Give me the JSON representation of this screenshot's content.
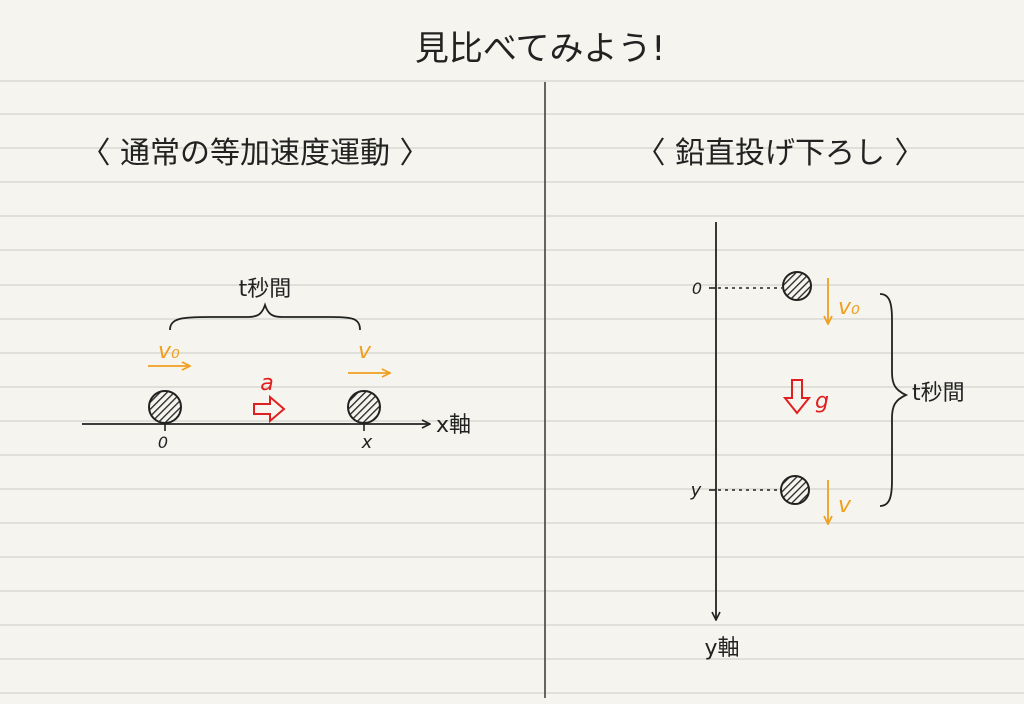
{
  "title": "見比べてみよう!",
  "left_panel": {
    "heading": "〈 通常の等加速度運動 〉",
    "duration_label": "t秒間",
    "v0_label": "v₀",
    "v_label": "v",
    "a_label": "a",
    "axis_label": "x軸",
    "start_tick": "0",
    "end_tick": "x"
  },
  "right_panel": {
    "heading": "〈 鉛直投げ下ろし 〉",
    "top_tick": "0",
    "bottom_tick": "y",
    "v0_label": "v₀",
    "v_label": "v",
    "g_label": "g",
    "duration_label": "t秒間",
    "axis_label": "y軸"
  },
  "colors": {
    "orange": "#f0a020",
    "red": "#e02020",
    "ink": "#222222",
    "paper": "#f5f4ee",
    "rule": "#d4d4d0"
  }
}
